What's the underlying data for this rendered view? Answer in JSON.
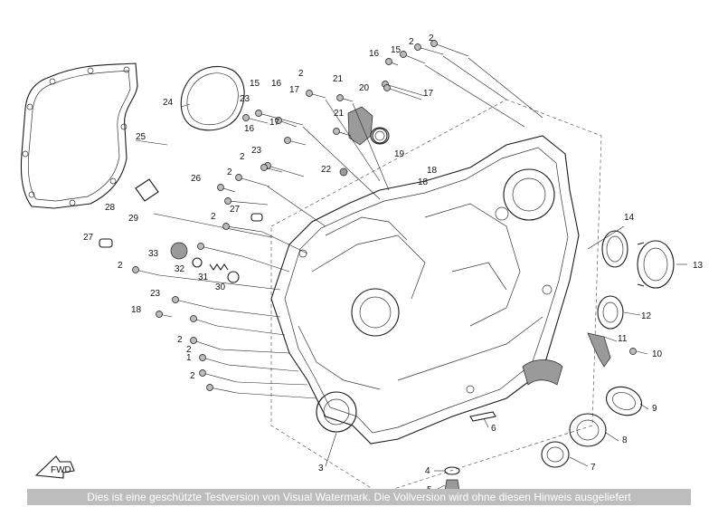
{
  "diagram": {
    "labels": [
      {
        "id": "l2a",
        "text": "2"
      },
      {
        "id": "l2b",
        "text": "2"
      },
      {
        "id": "l15a",
        "text": "15"
      },
      {
        "id": "l16a",
        "text": "16"
      },
      {
        "id": "l2c",
        "text": "2"
      },
      {
        "id": "l21a",
        "text": "21"
      },
      {
        "id": "l20",
        "text": "20"
      },
      {
        "id": "l17a",
        "text": "17"
      },
      {
        "id": "l15b",
        "text": "15"
      },
      {
        "id": "l16b",
        "text": "16"
      },
      {
        "id": "l17b",
        "text": "17"
      },
      {
        "id": "l23a",
        "text": "23"
      },
      {
        "id": "l16c",
        "text": "16"
      },
      {
        "id": "l17c",
        "text": "17"
      },
      {
        "id": "l21b",
        "text": "21"
      },
      {
        "id": "l24",
        "text": "24"
      },
      {
        "id": "l25",
        "text": "25"
      },
      {
        "id": "l19",
        "text": "19"
      },
      {
        "id": "l23b",
        "text": "23"
      },
      {
        "id": "l2d",
        "text": "2"
      },
      {
        "id": "l22",
        "text": "22"
      },
      {
        "id": "l18a",
        "text": "18"
      },
      {
        "id": "l18b",
        "text": "18"
      },
      {
        "id": "l26",
        "text": "26"
      },
      {
        "id": "l2e",
        "text": "2"
      },
      {
        "id": "l28",
        "text": "28"
      },
      {
        "id": "l29",
        "text": "29"
      },
      {
        "id": "l27a",
        "text": "27"
      },
      {
        "id": "l2f",
        "text": "2"
      },
      {
        "id": "l27b",
        "text": "27"
      },
      {
        "id": "l33",
        "text": "33"
      },
      {
        "id": "l2g",
        "text": "2"
      },
      {
        "id": "l32",
        "text": "32"
      },
      {
        "id": "l31",
        "text": "31"
      },
      {
        "id": "l30",
        "text": "30"
      },
      {
        "id": "l23c",
        "text": "23"
      },
      {
        "id": "l18c",
        "text": "18"
      },
      {
        "id": "l2h",
        "text": "2"
      },
      {
        "id": "l2i",
        "text": "2"
      },
      {
        "id": "l1",
        "text": "1"
      },
      {
        "id": "l2j",
        "text": "2"
      },
      {
        "id": "l14",
        "text": "14"
      },
      {
        "id": "l13",
        "text": "13"
      },
      {
        "id": "l12",
        "text": "12"
      },
      {
        "id": "l11",
        "text": "11"
      },
      {
        "id": "l10",
        "text": "10"
      },
      {
        "id": "l9",
        "text": "9"
      },
      {
        "id": "l6",
        "text": "6"
      },
      {
        "id": "l8",
        "text": "8"
      },
      {
        "id": "l7",
        "text": "7"
      },
      {
        "id": "l3",
        "text": "3"
      },
      {
        "id": "l4",
        "text": "4"
      },
      {
        "id": "l5",
        "text": "5"
      }
    ],
    "fwd_label": "FWD"
  },
  "watermark": {
    "text": "Dies ist eine geschützte Testversion von Visual Watermark. Die Vollversion wird ohne diesen Hinweis ausgeliefert"
  }
}
